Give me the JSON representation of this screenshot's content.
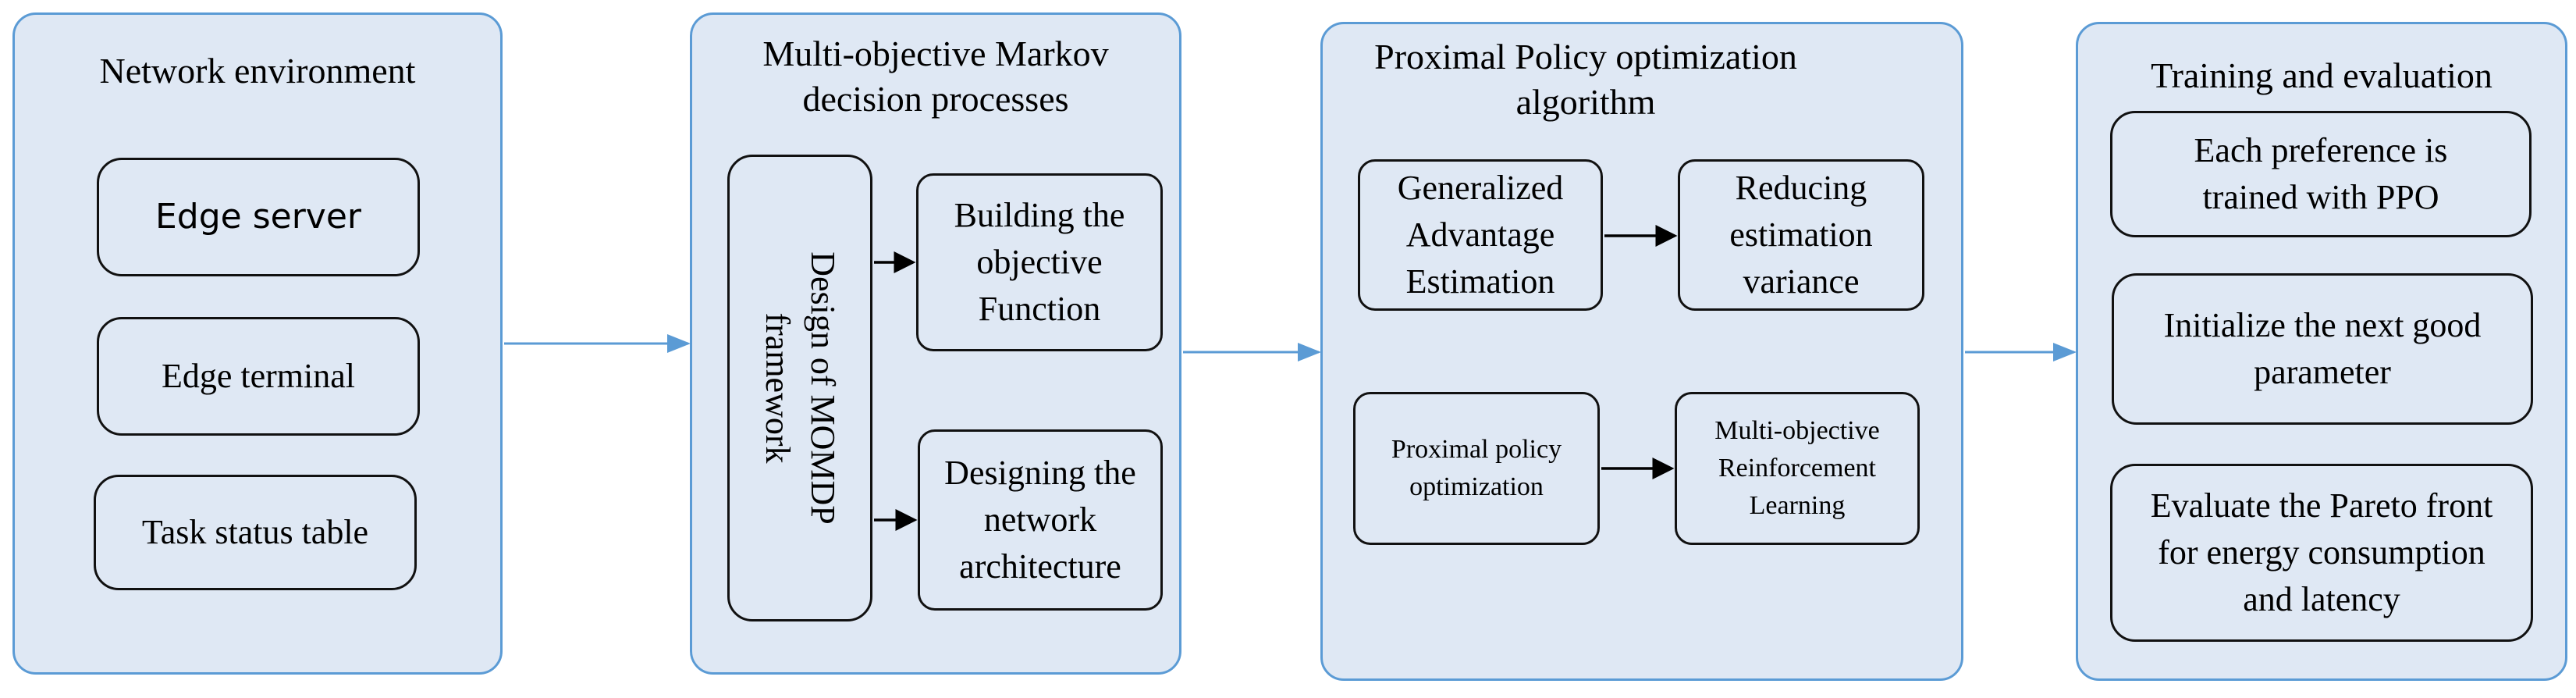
{
  "colors": {
    "panel_fill": "#dfe8f4",
    "panel_border": "#5b9bd5",
    "box_border": "#111111",
    "connector": "#5b9bd5",
    "inner_arrow": "#000000"
  },
  "stage1": {
    "title": "Network environment",
    "items": [
      "Edge server",
      "Edge terminal",
      "Task status table"
    ]
  },
  "stage2": {
    "title_line1": "Multi-objective Markov",
    "title_line2": "decision processes",
    "framework_line1": "Design of MOMDP",
    "framework_line2": "framework",
    "branch1_line1": "Building the",
    "branch1_line2": "objective",
    "branch1_line3": "Function",
    "branch2_line1": "Designing the",
    "branch2_line2": "network",
    "branch2_line3": "architecture"
  },
  "stage3": {
    "title_line1": "Proximal Policy optimization",
    "title_line2": "algorithm",
    "gae_line1": "Generalized",
    "gae_line2": "Advantage",
    "gae_line3": "Estimation",
    "rev_line1": "Reducing",
    "rev_line2": "estimation",
    "rev_line3": "variance",
    "ppo_line1": "Proximal policy",
    "ppo_line2": "optimization",
    "morl_line1": "Multi-objective",
    "morl_line2": "Reinforcement",
    "morl_line3": "Learning"
  },
  "stage4": {
    "title": "Training and evaluation",
    "item1_line1": "Each preference is",
    "item1_line2": "trained with PPO",
    "item2_line1": "Initialize the next good",
    "item2_line2": "parameter",
    "item3_line1": "Evaluate the Pareto front",
    "item3_line2": "for energy consumption",
    "item3_line3": "and latency"
  }
}
